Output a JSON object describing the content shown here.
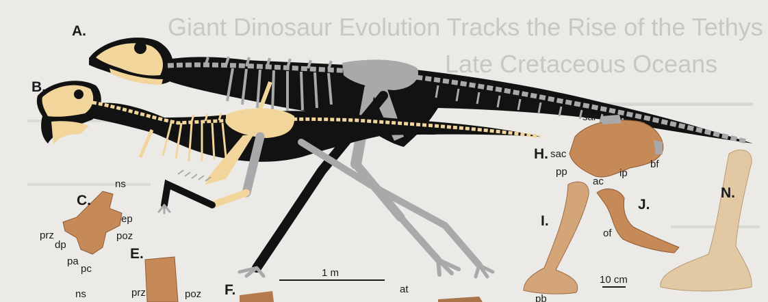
{
  "figure": {
    "background_title_line1": "Giant Dinosaur Evolution Tracks the Rise of the Tethys",
    "background_title_line2": "Late Cretaceous Oceans",
    "panel_labels": {
      "a": "A.",
      "b": "B.",
      "c": "C.",
      "e": "E.",
      "f": "F.",
      "h": "H.",
      "i": "I.",
      "j": "J.",
      "n": "N."
    },
    "bone_labels": {
      "ns": "ns",
      "ep": "ep",
      "prz": "prz",
      "poz": "poz",
      "dp": "dp",
      "pa": "pa",
      "pc": "pc",
      "sar": "sar",
      "sac": "sac",
      "pp": "pp",
      "ip": "ip",
      "bf": "bf",
      "ac": "ac",
      "of": "of",
      "at": "at",
      "pb": "pb"
    },
    "scale_bars": {
      "skeleton": "1 m",
      "bones": "10 cm"
    },
    "colors": {
      "background": "#eceae6",
      "skeleton_black": "#121212",
      "bone_gray": "#a9a9ab",
      "bone_tan": "#f1d59a",
      "fossil_brown": "#c58a58",
      "fossil_light": "#e2c9a4"
    }
  }
}
